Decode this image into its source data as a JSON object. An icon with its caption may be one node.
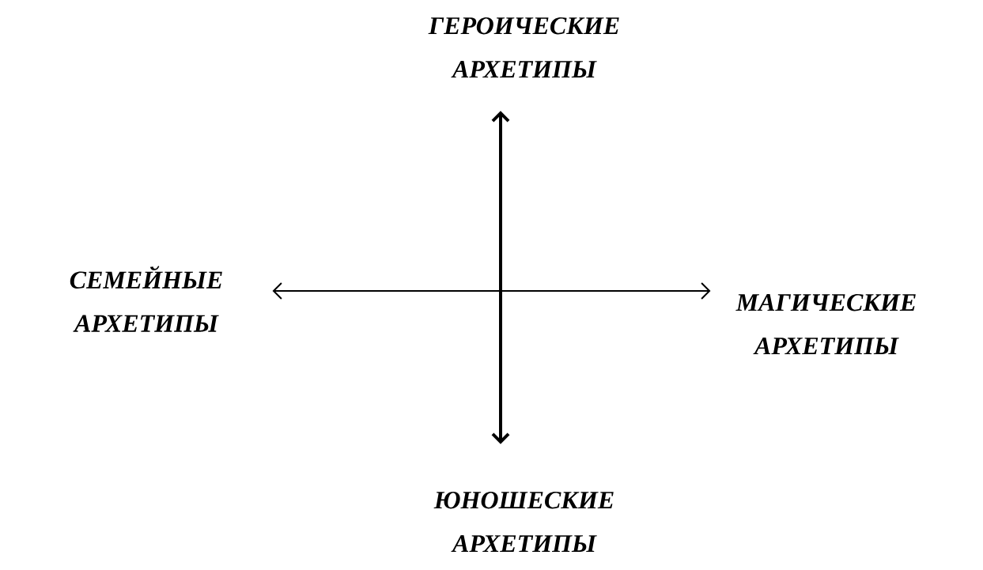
{
  "diagram": {
    "nodes": [
      {
        "text": [
          "ГЕРОИЧЕСКИЕ АРХЕТИПЫ"
        ]
      },
      {
        "text": [
          "СЕМЕЙНЫЕ АРХЕТИПЫ"
        ]
      },
      {
        "text": [
          "МАГИЧЕСКИЕ АРХЕТИПЫ"
        ]
      },
      {
        "text": [
          "ЮНОШЕСКИЕ АРХЕТИПЫ"
        ]
      }
    ],
    "edges": [
      {
        "from": 3,
        "to": 0,
        "arrow": "both",
        "style": "thick"
      },
      {
        "from": 1,
        "to": 2,
        "arrow": "both"
      }
    ]
  }
}
